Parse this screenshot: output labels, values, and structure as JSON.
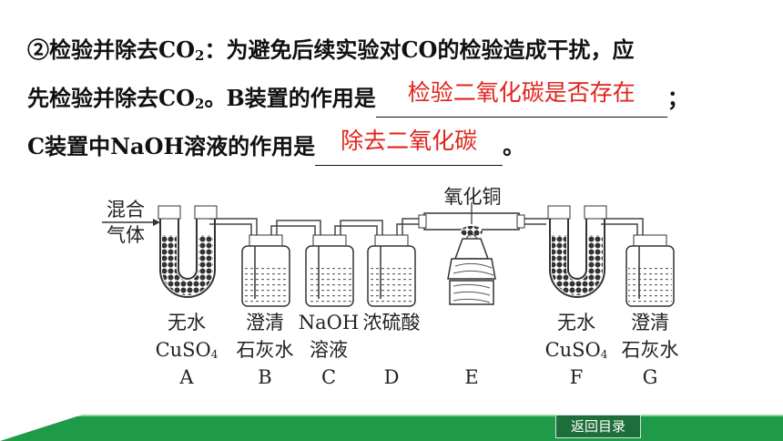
{
  "question": {
    "line1_prefix": "②检验并除去CO",
    "line1_sub": "2",
    "line1_mid": "：为避免后续实验对CO的检验造成干扰，应",
    "line2_prefix": "先检验并除去CO",
    "line2_sub": "2",
    "line2_mid": "。B装置的作用是",
    "answer_b": "检验二氧化碳是否存在",
    "line2_end": "；",
    "line3_prefix": "C装置中NaOH溶液的作用是",
    "answer_c": "除去二氧化碳",
    "line3_end": "。"
  },
  "apparatus": {
    "inlet_label_1": "混合",
    "inlet_label_2": "气体",
    "copper_oxide_label": "氧化铜",
    "items": [
      {
        "id": "A",
        "line1": "无水",
        "line2_pre": "CuSO",
        "line2_sub": "4"
      },
      {
        "id": "B",
        "line1": "澄清",
        "line2_pre": "石灰水",
        "line2_sub": ""
      },
      {
        "id": "C",
        "line1": "NaOH",
        "line2_pre": "溶液",
        "line2_sub": ""
      },
      {
        "id": "D",
        "line1": "浓硫酸",
        "line2_pre": "",
        "line2_sub": ""
      },
      {
        "id": "E",
        "line1": "",
        "line2_pre": "",
        "line2_sub": ""
      },
      {
        "id": "F",
        "line1": "无水",
        "line2_pre": "CuSO",
        "line2_sub": "4"
      },
      {
        "id": "G",
        "line1": "澄清",
        "line2_pre": "石灰水",
        "line2_sub": ""
      }
    ]
  },
  "footer": {
    "back_label": "返回目录"
  },
  "colors": {
    "answer": "#e0231b",
    "footer_green": "#1e9a49",
    "button_green": "#1d6e3a"
  }
}
